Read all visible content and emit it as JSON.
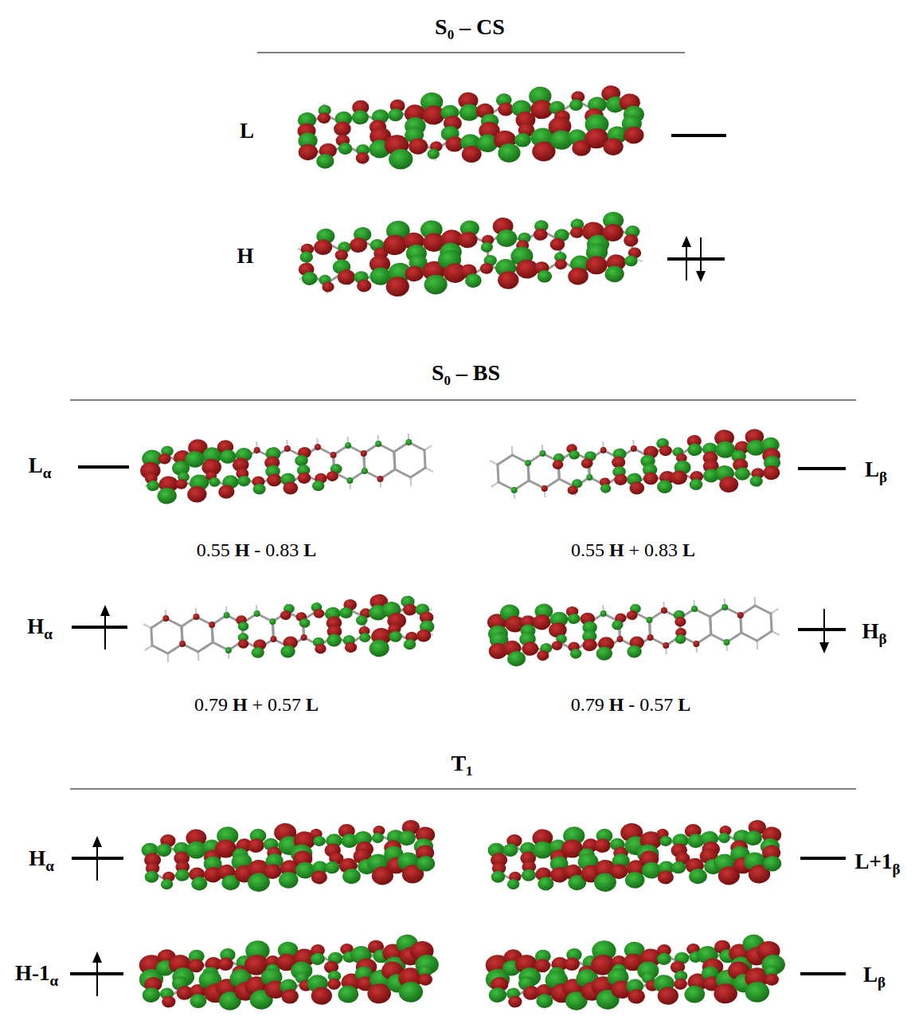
{
  "diagram": {
    "labels": [
      "S₀ – CS",
      "L",
      "H",
      "S₀ – BS",
      "Lα",
      "Lβ",
      "0.55 H - 0.83 L",
      "0.55 H + 0.83 L",
      "Hα",
      "Hβ",
      "0.79 H + 0.57 L",
      "0.79 H - 0.57 L",
      "T₁",
      "Hα",
      "L+1β",
      "H-1α",
      "Lβ"
    ]
  }
}
